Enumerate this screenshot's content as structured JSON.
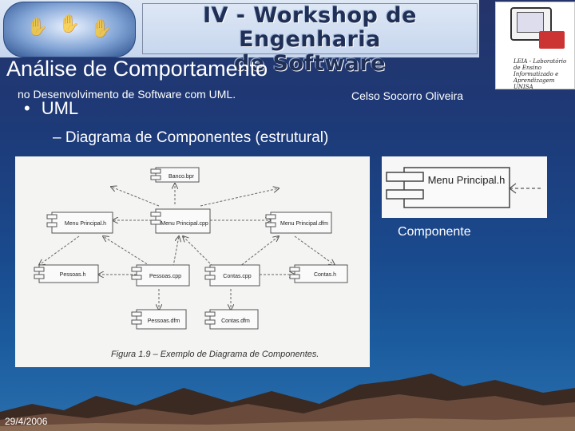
{
  "banner": {
    "line1": "IV - Workshop de Engenharia",
    "line2": "de Software"
  },
  "leia": {
    "text": "LEIA - Laboratório de Ensino Informatizado e Aprendizagem UNISA"
  },
  "slide": {
    "title": "Análise de Comportamento",
    "subtitle": "no Desenvolvimento de Software com UML.",
    "author": "Celso Socorro Oliveira",
    "bullet": "UML",
    "sub_bullet": "– Diagrama de Componentes (estrutural)"
  },
  "figure": {
    "components": [
      {
        "id": "banco",
        "label": "Banco.bpr"
      },
      {
        "id": "menu_h",
        "label": "Menu Principal.h"
      },
      {
        "id": "menu_cpp",
        "label": "Menu Principal.cpp"
      },
      {
        "id": "menu_dfm",
        "label": "Menu Principal.dfm"
      },
      {
        "id": "pessoas_h",
        "label": "Pessoas.h"
      },
      {
        "id": "pessoas_cpp",
        "label": "Pessoas.cpp"
      },
      {
        "id": "contas_cpp",
        "label": "Contas.cpp"
      },
      {
        "id": "contas_h",
        "label": "Contas.h"
      },
      {
        "id": "pessoas_dfm",
        "label": "Pessoas.dfm"
      },
      {
        "id": "contas_dfm",
        "label": "Contas.dfm"
      }
    ],
    "caption": "Figura 1.9 – Exemplo de Diagrama de Componentes."
  },
  "zoom": {
    "component_label": "Menu Principal.h",
    "label": "Componente"
  },
  "footer": {
    "date": "29/4/2006"
  },
  "colors": {
    "background_top": "#24346a",
    "background_bottom": "#2a6fae",
    "text": "#ffffff"
  }
}
